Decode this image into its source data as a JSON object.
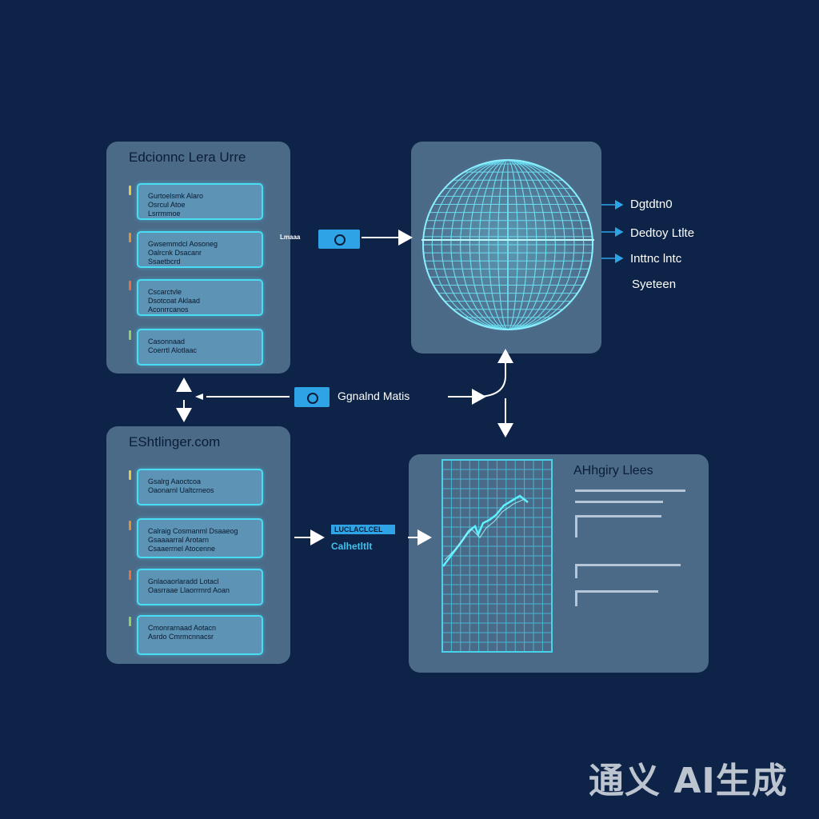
{
  "top_left_panel": {
    "title": "Edcionnc Lera Urre",
    "items": [
      "Gurtoelsmk Alaro\nOsrcul Atoe\nLsrrmmoe",
      "Gwsemmdcl Aosoneg\nOalrcnk Dsacanr\nSsaetbcrd",
      "Cscarctvle\nDsotcoat Aklaad\nAconrrcanos",
      "Casonnaad\nCoerrtl Alotlaac"
    ]
  },
  "bottom_left_panel": {
    "title": "EShtlinger.com",
    "items": [
      "Gsalrg Aaoctcoa\nOaonarnl Ualtcrneos",
      "Calraig Cosmanml Dsaaeog\nGsaaaarral Arotarn\nCsaaerrnel Atocenne",
      "Gnlaoaorlaradd Lotacl\nOasrraae Llaorrrnrd Aoan",
      "Cmonrarnaad Aotacn\nAsrdo Cmrmcnnacsr"
    ]
  },
  "globe_labels": [
    "Dgtdtn0",
    "Dedtoy Ltlte",
    "Inttnc lntc",
    "Syeteen"
  ],
  "connector_label": "Ggnalnd Matis",
  "small_arrow_label_top": "Lmaaa",
  "cyan_label": {
    "line1": "LUCLACLCEL",
    "line2": "Calhetltlt"
  },
  "chart_panel": {
    "title": "AHhgiry Llees"
  },
  "watermark": "通义 AI生成",
  "colors": {
    "background": "#0d2347",
    "panel": "#4b6a88",
    "accent_cyan": "#49dcf5",
    "chip_blue": "#2ea3e6"
  },
  "icons": [
    "camera-icon",
    "circle-icon",
    "globe-wireframe",
    "grid-chart"
  ]
}
